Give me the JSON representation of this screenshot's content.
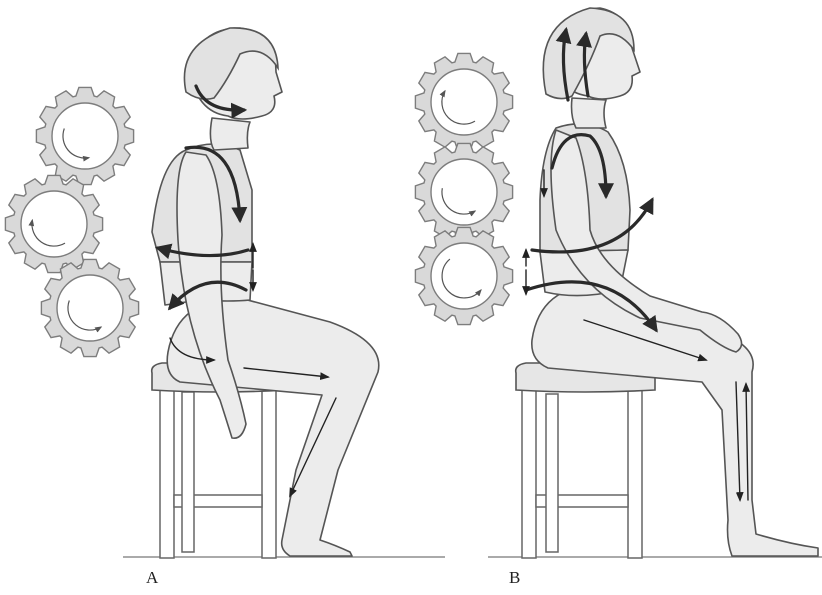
{
  "panels": [
    {
      "id": "A",
      "label": "A"
    },
    {
      "id": "B",
      "label": "B"
    }
  ],
  "colors": {
    "gear_fill": "#d9d9d9",
    "outline": "#555555",
    "arrow": "#2a2a2a",
    "background": "#ffffff"
  },
  "icons": [
    "gear-icon",
    "arrow-icon"
  ]
}
